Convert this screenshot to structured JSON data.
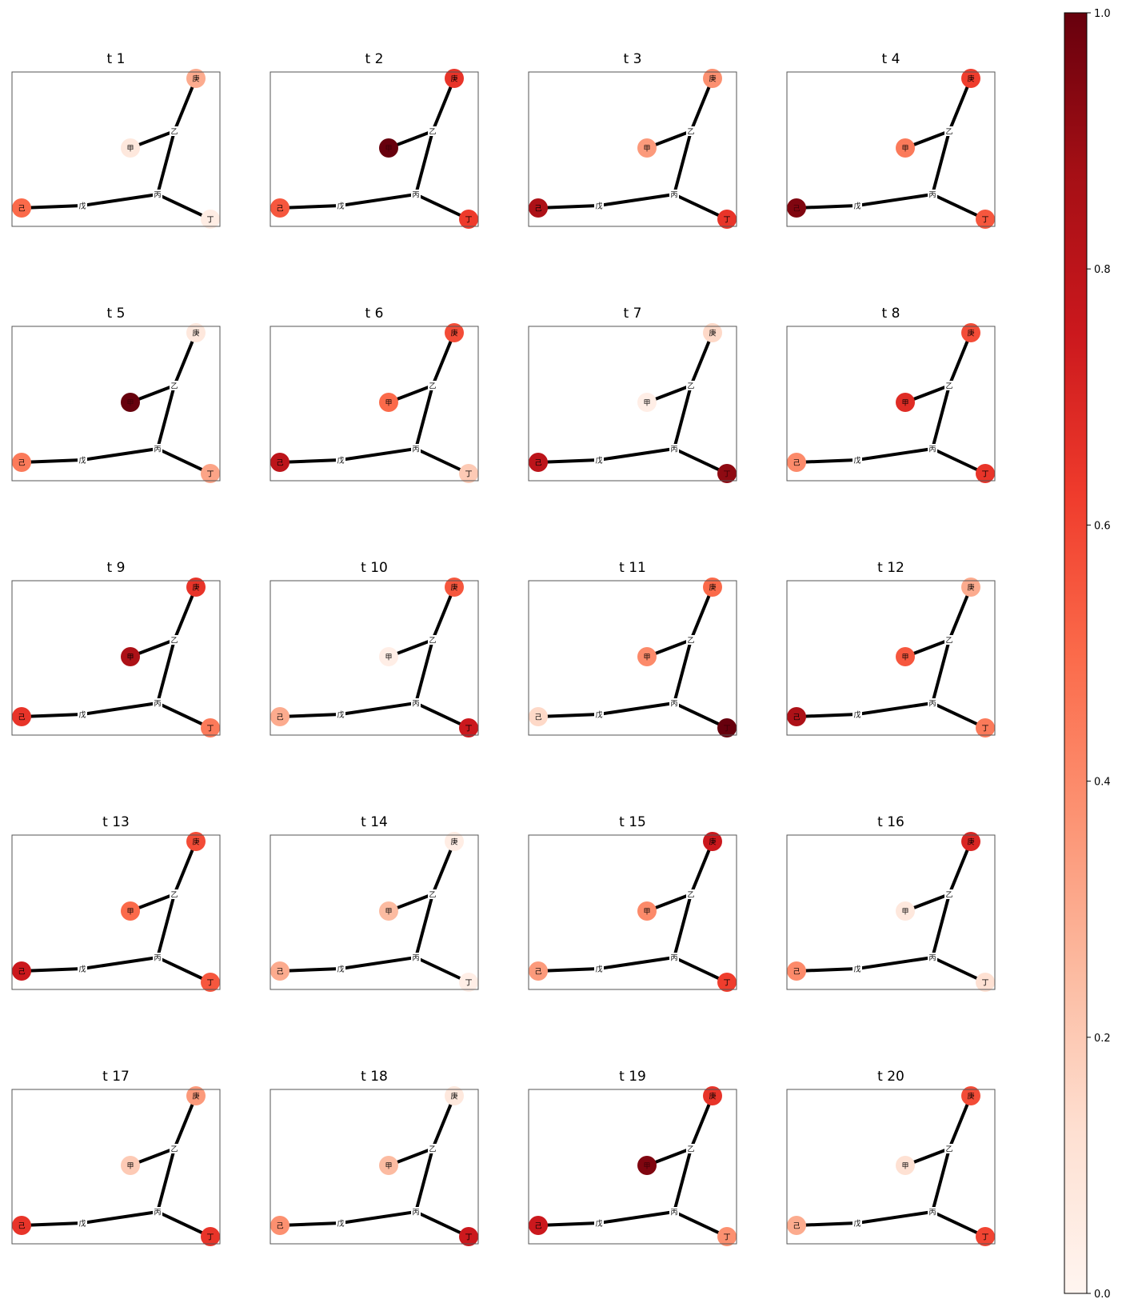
{
  "chart_data": {
    "type": "network-heatmap-grid",
    "cmap": "Reds",
    "colorbar": {
      "min": 0.0,
      "max": 1.0,
      "ticks": [
        "0.0",
        "0.2",
        "0.4",
        "0.6",
        "0.8",
        "1.0"
      ]
    },
    "colors": {
      "edge": "#000000",
      "frame": "#555555",
      "label_on_light": "#000000"
    },
    "nodes": [
      "甲",
      "乙",
      "丙",
      "丁",
      "戊",
      "己",
      "庚"
    ],
    "valued_nodes": [
      "甲",
      "丁",
      "己",
      "庚"
    ],
    "edges": [
      [
        "甲",
        "乙"
      ],
      [
        "乙",
        "庚"
      ],
      [
        "乙",
        "丙"
      ],
      [
        "丙",
        "丁"
      ],
      [
        "丙",
        "戊"
      ],
      [
        "戊",
        "己"
      ]
    ],
    "panels": [
      {
        "title": "t 1",
        "values": {
          "甲": 0.08,
          "丁": 0.05,
          "己": 0.5,
          "庚": 0.3
        }
      },
      {
        "title": "t 2",
        "values": {
          "甲": 1.0,
          "丁": 0.63,
          "己": 0.55,
          "庚": 0.65
        }
      },
      {
        "title": "t 3",
        "values": {
          "甲": 0.35,
          "丁": 0.65,
          "己": 0.85,
          "庚": 0.38
        }
      },
      {
        "title": "t 4",
        "values": {
          "甲": 0.45,
          "丁": 0.55,
          "己": 0.95,
          "庚": 0.62
        }
      },
      {
        "title": "t 5",
        "values": {
          "甲": 1.0,
          "丁": 0.32,
          "己": 0.45,
          "庚": 0.08
        }
      },
      {
        "title": "t 6",
        "values": {
          "甲": 0.5,
          "丁": 0.2,
          "己": 0.8,
          "庚": 0.58
        }
      },
      {
        "title": "t 7",
        "values": {
          "甲": 0.04,
          "丁": 0.92,
          "己": 0.8,
          "庚": 0.15
        }
      },
      {
        "title": "t 8",
        "values": {
          "甲": 0.68,
          "丁": 0.65,
          "己": 0.4,
          "庚": 0.58
        }
      },
      {
        "title": "t 9",
        "values": {
          "甲": 0.85,
          "丁": 0.45,
          "己": 0.65,
          "庚": 0.65
        }
      },
      {
        "title": "t 10",
        "values": {
          "甲": 0.04,
          "丁": 0.75,
          "己": 0.3,
          "庚": 0.55
        }
      },
      {
        "title": "t 11",
        "values": {
          "甲": 0.4,
          "丁": 1.0,
          "己": 0.15,
          "庚": 0.5
        }
      },
      {
        "title": "t 12",
        "values": {
          "甲": 0.55,
          "丁": 0.45,
          "己": 0.85,
          "庚": 0.3
        }
      },
      {
        "title": "t 13",
        "values": {
          "甲": 0.5,
          "丁": 0.55,
          "己": 0.75,
          "庚": 0.58
        }
      },
      {
        "title": "t 14",
        "values": {
          "甲": 0.25,
          "丁": 0.04,
          "己": 0.3,
          "庚": 0.05
        }
      },
      {
        "title": "t 15",
        "values": {
          "甲": 0.4,
          "丁": 0.62,
          "己": 0.35,
          "庚": 0.75
        }
      },
      {
        "title": "t 16",
        "values": {
          "甲": 0.08,
          "丁": 0.12,
          "己": 0.4,
          "庚": 0.7
        }
      },
      {
        "title": "t 17",
        "values": {
          "甲": 0.2,
          "丁": 0.65,
          "己": 0.65,
          "庚": 0.35
        }
      },
      {
        "title": "t 18",
        "values": {
          "甲": 0.25,
          "丁": 0.75,
          "己": 0.38,
          "庚": 0.08
        }
      },
      {
        "title": "t 19",
        "values": {
          "甲": 0.95,
          "丁": 0.38,
          "己": 0.75,
          "庚": 0.65
        }
      },
      {
        "title": "t 20",
        "values": {
          "甲": 0.12,
          "丁": 0.6,
          "己": 0.3,
          "庚": 0.58
        }
      }
    ]
  }
}
